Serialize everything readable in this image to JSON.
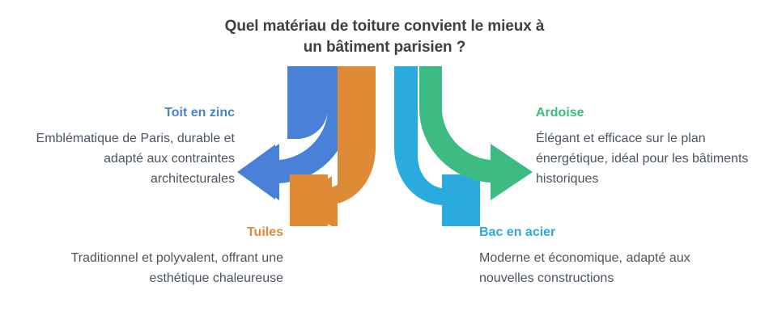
{
  "title": "Quel matériau de toiture convient le mieux à un bâtiment parisien ?",
  "colors": {
    "zinc_blue": "#4a81d8",
    "tuiles_orange": "#df8b36",
    "acier_cyan": "#29abdf",
    "ardoise_green": "#3cbc82",
    "title_text": "#3c4043",
    "body_text": "#4a5561",
    "background": "#ffffff"
  },
  "items": [
    {
      "id": "toit-en-zinc",
      "label": "Toit en zinc",
      "description": "Emblématique de Paris, durable et adapté aux contraintes architecturales",
      "color": "#4a81d8",
      "arrow": "curved-arrow-left"
    },
    {
      "id": "tuiles",
      "label": "Tuiles",
      "description": "Traditionnel et polyvalent, offrant une esthétique chaleureuse",
      "color": "#df8b36",
      "arrow": "curved-arrow-down-left"
    },
    {
      "id": "bac-en-acier",
      "label": "Bac en acier",
      "description": "Moderne et économique, adapté aux nouvelles constructions",
      "color": "#29abdf",
      "arrow": "curved-arrow-down-right"
    },
    {
      "id": "ardoise",
      "label": "Ardoise",
      "description": "Élégant et efficace sur le plan énergétique, idéal pour les bâtiments historiques",
      "color": "#3cbc82",
      "arrow": "curved-arrow-right"
    }
  ]
}
